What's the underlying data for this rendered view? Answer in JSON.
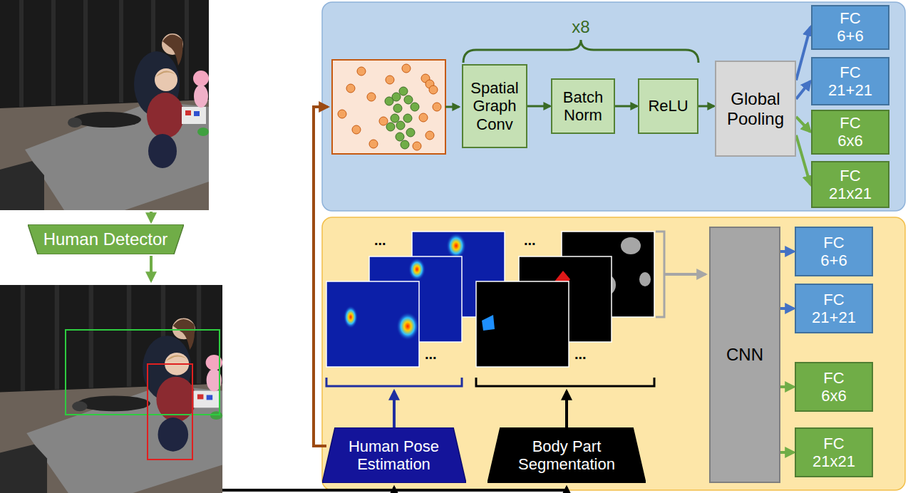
{
  "diagram": {
    "nodes": [
      {
        "text": [
          "Human Detector"
        ]
      },
      {
        "text": [
          "Spatial Graph Conv"
        ]
      },
      {
        "text": [
          "Batch Norm"
        ]
      },
      {
        "text": [
          "ReLU"
        ]
      },
      {
        "text": [
          "Global Pooling"
        ]
      },
      {
        "text": [
          "FC 6+6"
        ]
      },
      {
        "text": [
          "FC 21+21"
        ]
      },
      {
        "text": [
          "FC 6x6"
        ]
      },
      {
        "text": [
          "FC 21x21"
        ]
      },
      {
        "text": [
          "Human Pose Estimation"
        ]
      },
      {
        "text": [
          "Body Part Segmentation"
        ]
      },
      {
        "text": [
          "CNN"
        ]
      },
      {
        "text": [
          "FC 6+6"
        ]
      },
      {
        "text": [
          "FC 21+21"
        ]
      },
      {
        "text": [
          "FC 6x6"
        ]
      },
      {
        "text": [
          "FC 21x21"
        ]
      }
    ],
    "edges": [
      {
        "from": 1,
        "to": 2,
        "arrow": "to"
      },
      {
        "from": 2,
        "to": 3,
        "arrow": "to"
      },
      {
        "from": 3,
        "to": 4,
        "arrow": "to"
      },
      {
        "from": 4,
        "to": 5,
        "arrow": "to"
      },
      {
        "from": 4,
        "to": 6,
        "arrow": "to"
      },
      {
        "from": 4,
        "to": 7,
        "arrow": "to"
      },
      {
        "from": 4,
        "to": 8,
        "arrow": "to"
      },
      {
        "from": 11,
        "to": 12,
        "arrow": "to"
      },
      {
        "from": 11,
        "to": 13,
        "arrow": "to"
      },
      {
        "from": 11,
        "to": 14,
        "arrow": "to"
      },
      {
        "from": 11,
        "to": 15,
        "arrow": "to"
      }
    ],
    "labels": [
      "x8",
      "...",
      "...",
      "...",
      "..."
    ]
  }
}
